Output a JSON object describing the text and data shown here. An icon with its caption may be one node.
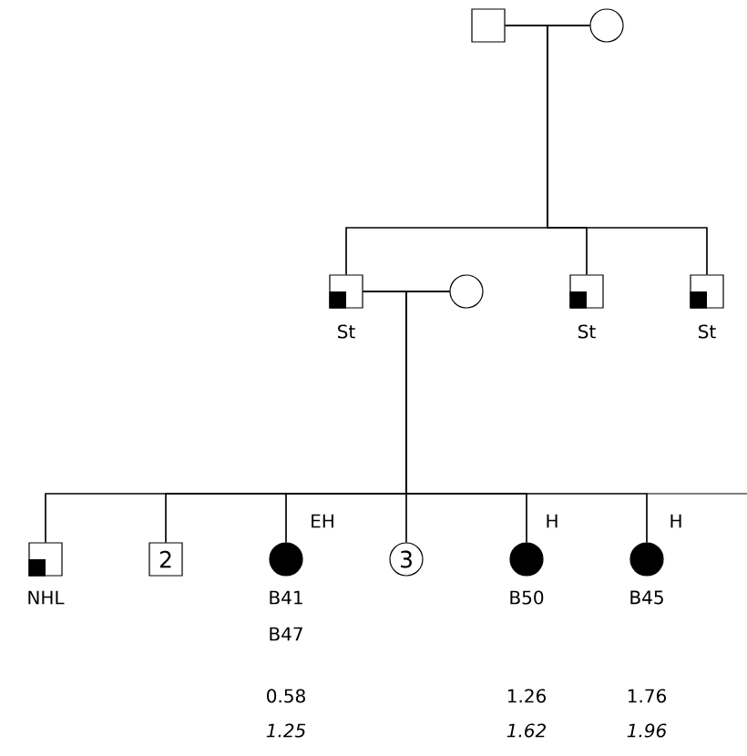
{
  "diagram": {
    "nodes": [
      {
        "text": [],
        "shape": "box"
      },
      {
        "text": [],
        "shape": "circle"
      },
      {
        "text": [],
        "shape": "box",
        "beside": [
          "St"
        ]
      },
      {
        "text": [],
        "shape": "circle"
      },
      {
        "text": [],
        "shape": "box",
        "beside": [
          "St"
        ]
      },
      {
        "text": [],
        "shape": "box",
        "beside": [
          "St"
        ]
      },
      {
        "text": [],
        "shape": "box",
        "beside": [
          "NHL"
        ]
      },
      {
        "text": [
          "2"
        ]
      },
      {
        "text": [],
        "shape": "circle",
        "beside": [
          "EH",
          "B41",
          "B47",
          "0.58",
          "1.25"
        ]
      },
      {
        "text": [
          "3"
        ]
      },
      {
        "text": [],
        "shape": "circle",
        "beside": [
          "H",
          "B50",
          "1.26",
          "1.62"
        ]
      },
      {
        "text": [],
        "shape": "circle",
        "beside": [
          "H",
          "B45",
          "1.76",
          "1.96"
        ]
      }
    ],
    "edges": [
      {
        "from": 0,
        "to": 1,
        "arrow": "none"
      },
      {
        "from": 0,
        "to": 2,
        "arrow": "none"
      },
      {
        "from": 1,
        "to": 2,
        "arrow": "none"
      },
      {
        "from": 0,
        "to": 4,
        "arrow": "none"
      },
      {
        "from": 1,
        "to": 4,
        "arrow": "none"
      },
      {
        "from": 0,
        "to": 5,
        "arrow": "none"
      },
      {
        "from": 1,
        "to": 5,
        "arrow": "none"
      },
      {
        "from": 2,
        "to": 3,
        "arrow": "none"
      },
      {
        "from": 2,
        "to": 6,
        "arrow": "none"
      },
      {
        "from": 3,
        "to": 6,
        "arrow": "none"
      },
      {
        "from": 2,
        "to": 7,
        "arrow": "none"
      },
      {
        "from": 3,
        "to": 7,
        "arrow": "none"
      },
      {
        "from": 2,
        "to": 8,
        "arrow": "none"
      },
      {
        "from": 3,
        "to": 8,
        "arrow": "none"
      },
      {
        "from": 2,
        "to": 9,
        "arrow": "none"
      },
      {
        "from": 3,
        "to": 9,
        "arrow": "none"
      },
      {
        "from": 2,
        "to": 10,
        "arrow": "none"
      },
      {
        "from": 3,
        "to": 10,
        "arrow": "none"
      },
      {
        "from": 2,
        "to": 11,
        "arrow": "none"
      },
      {
        "from": 3,
        "to": 11,
        "arrow": "none"
      }
    ]
  }
}
